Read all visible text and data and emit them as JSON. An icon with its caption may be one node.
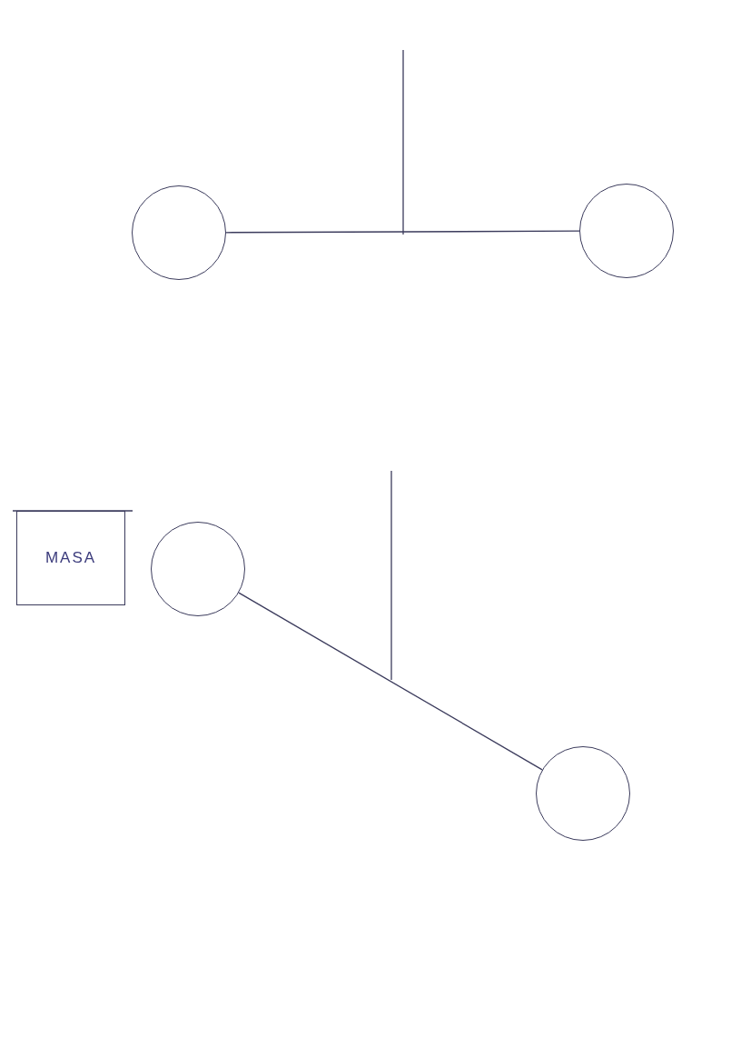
{
  "diagram": {
    "nodes": [
      {
        "text": [],
        "shape": "circle"
      },
      {
        "text": [],
        "shape": "circle"
      },
      {
        "text": [
          "MASA"
        ]
      },
      {
        "text": [],
        "shape": "circle"
      },
      {
        "text": [],
        "shape": "circle"
      }
    ],
    "edges": [
      {
        "from": 0,
        "to": 1,
        "arrow": "none"
      },
      {
        "from": 3,
        "to": 4,
        "arrow": "none"
      }
    ]
  }
}
